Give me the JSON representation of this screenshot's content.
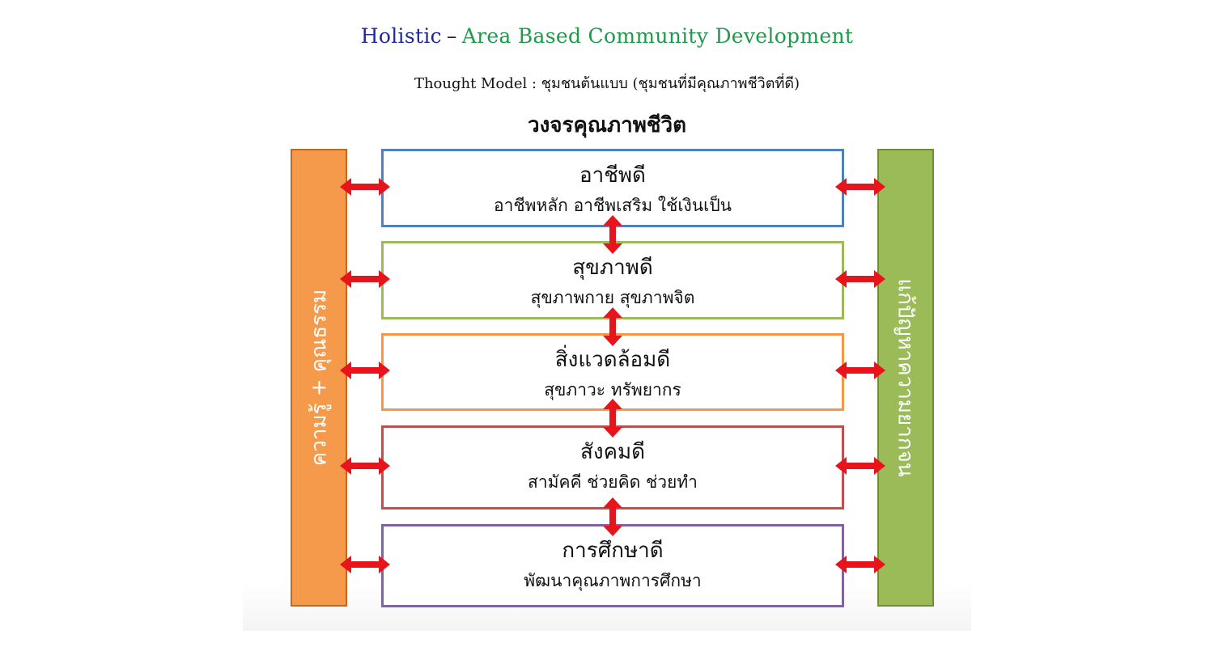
{
  "title": {
    "holistic": "Holistic",
    "separator": "–",
    "rest": "Area Based Community Development"
  },
  "subtitle": "Thought Model : ชุมชนต้นแบบ (ชุมชนที่มีคุณภาพชีวิตที่ดี)",
  "heading": "วงจรคุณภาพชีวิต",
  "left_bar": {
    "label": "ความรู้ + คุณธรรม",
    "color": "#f59a4a"
  },
  "right_bar": {
    "label": "แก้ปัญหาความยากจน",
    "color": "#9bbb59"
  },
  "boxes": [
    {
      "title": "อาชีพดี",
      "desc": "อาชีพหลัก อาชีพเสริม ใช้เงินเป็น",
      "color": "#4f81bd"
    },
    {
      "title": "สุขภาพดี",
      "desc": "สุขภาพกาย สุขภาพจิต",
      "color": "#9bbb59"
    },
    {
      "title": "สิ่งแวดล้อมดี",
      "desc": "สุขภาวะ ทรัพยากร",
      "color": "#f79646"
    },
    {
      "title": "สังคมดี",
      "desc": "สามัคคี ช่วยคิด ช่วยทำ",
      "color": "#c0504d"
    },
    {
      "title": "การศึกษาดี",
      "desc": "พัฒนาคุณภาพการศึกษา",
      "color": "#8064a2"
    }
  ],
  "arrow_color": "#e8141c"
}
